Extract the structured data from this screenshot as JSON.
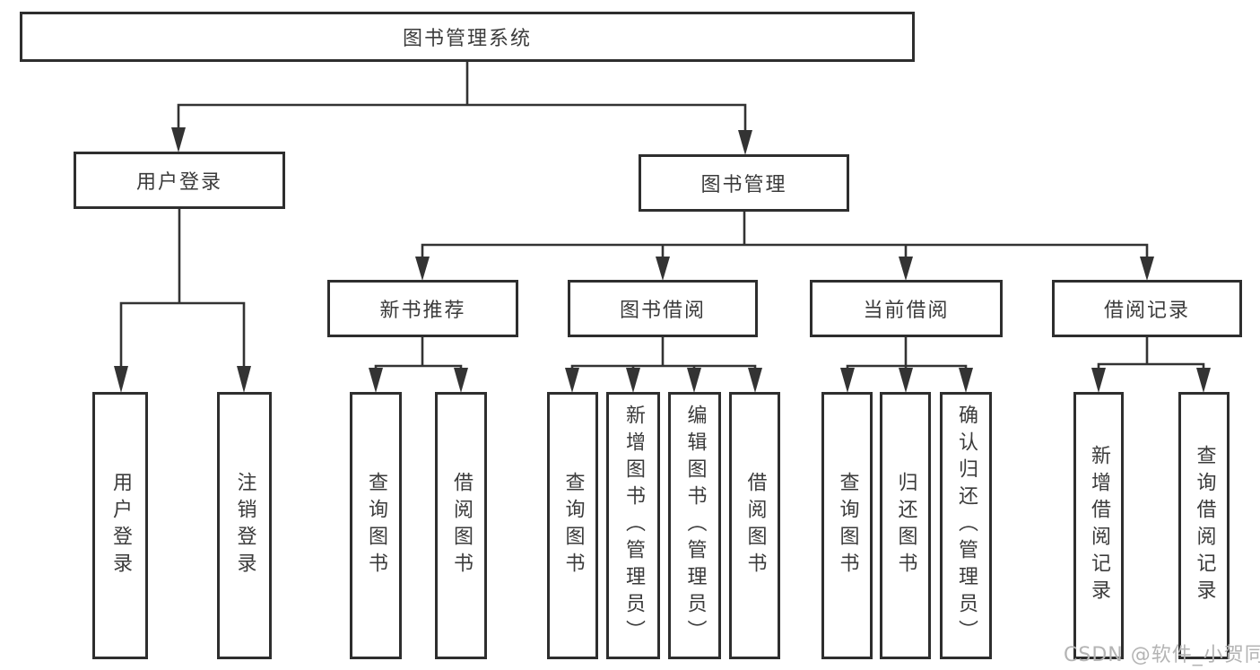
{
  "tree": {
    "label": "图书管理系统",
    "children": [
      {
        "label": "用户登录",
        "children": [
          {
            "label": "用户登录"
          },
          {
            "label": "注销登录"
          }
        ]
      },
      {
        "label": "图书管理",
        "children": [
          {
            "label": "新书推荐",
            "children": [
              {
                "label": "查询图书"
              },
              {
                "label": "借阅图书"
              }
            ]
          },
          {
            "label": "图书借阅",
            "children": [
              {
                "label": "查询图书"
              },
              {
                "label": "新增图书（管理员）"
              },
              {
                "label": "编辑图书（管理员）"
              },
              {
                "label": "借阅图书"
              }
            ]
          },
          {
            "label": "当前借阅",
            "children": [
              {
                "label": "查询图书"
              },
              {
                "label": "归还图书"
              },
              {
                "label": "确认归还（管理员）"
              }
            ]
          },
          {
            "label": "借阅记录",
            "children": [
              {
                "label": "新增借阅记录"
              },
              {
                "label": "查询借阅记录"
              }
            ]
          }
        ]
      }
    ]
  },
  "watermark": "CSDN @软件_小贺同学",
  "colors": {
    "line": "#333333",
    "border": "#2e2e2e",
    "text": "#3b3b3b",
    "watermark": "#b4b4b4"
  }
}
